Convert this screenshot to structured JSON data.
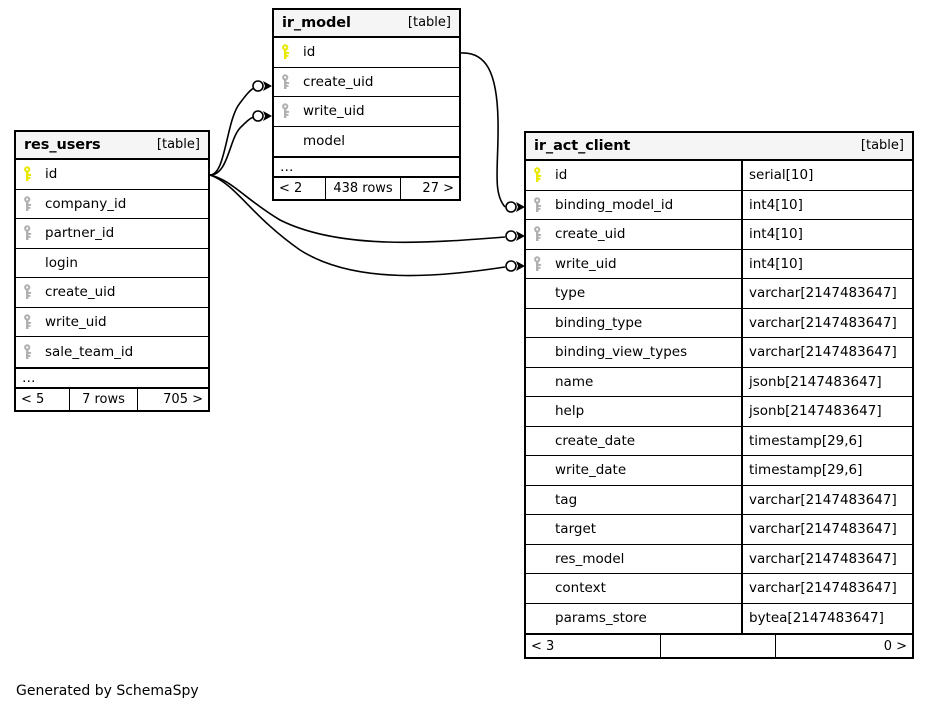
{
  "diagram": {
    "kind_label": "[table]",
    "ellipsis": "…",
    "credit": "Generated by SchemaSpy",
    "colors": {
      "primary_key": "#e8e800",
      "foreign_key": "#b0b0b0",
      "border": "#000000",
      "header_bg": "#f5f5f5",
      "background": "#ffffff"
    }
  },
  "tables": {
    "res_users": {
      "name": "res_users",
      "kind": "[table]",
      "columns": [
        {
          "name": "id",
          "key": "primary"
        },
        {
          "name": "company_id",
          "key": "foreign"
        },
        {
          "name": "partner_id",
          "key": "foreign"
        },
        {
          "name": "login",
          "key": "none"
        },
        {
          "name": "create_uid",
          "key": "foreign"
        },
        {
          "name": "write_uid",
          "key": "foreign"
        },
        {
          "name": "sale_team_id",
          "key": "foreign"
        }
      ],
      "has_ellipsis": true,
      "footer": {
        "left": "< 5",
        "center": "7 rows",
        "right": "705 >"
      }
    },
    "ir_model": {
      "name": "ir_model",
      "kind": "[table]",
      "columns": [
        {
          "name": "id",
          "key": "primary"
        },
        {
          "name": "create_uid",
          "key": "foreign"
        },
        {
          "name": "write_uid",
          "key": "foreign"
        },
        {
          "name": "model",
          "key": "none"
        }
      ],
      "has_ellipsis": true,
      "footer": {
        "left": "< 2",
        "center": "438 rows",
        "right": "27 >"
      }
    },
    "ir_act_client": {
      "name": "ir_act_client",
      "kind": "[table]",
      "columns": [
        {
          "name": "id",
          "type": "serial[10]",
          "key": "primary"
        },
        {
          "name": "binding_model_id",
          "type": "int4[10]",
          "key": "foreign"
        },
        {
          "name": "create_uid",
          "type": "int4[10]",
          "key": "foreign"
        },
        {
          "name": "write_uid",
          "type": "int4[10]",
          "key": "foreign"
        },
        {
          "name": "type",
          "type": "varchar[2147483647]",
          "key": "none"
        },
        {
          "name": "binding_type",
          "type": "varchar[2147483647]",
          "key": "none"
        },
        {
          "name": "binding_view_types",
          "type": "varchar[2147483647]",
          "key": "none"
        },
        {
          "name": "name",
          "type": "jsonb[2147483647]",
          "key": "none"
        },
        {
          "name": "help",
          "type": "jsonb[2147483647]",
          "key": "none"
        },
        {
          "name": "create_date",
          "type": "timestamp[29,6]",
          "key": "none"
        },
        {
          "name": "write_date",
          "type": "timestamp[29,6]",
          "key": "none"
        },
        {
          "name": "tag",
          "type": "varchar[2147483647]",
          "key": "none"
        },
        {
          "name": "target",
          "type": "varchar[2147483647]",
          "key": "none"
        },
        {
          "name": "res_model",
          "type": "varchar[2147483647]",
          "key": "none"
        },
        {
          "name": "context",
          "type": "varchar[2147483647]",
          "key": "none"
        },
        {
          "name": "params_store",
          "type": "bytea[2147483647]",
          "key": "none"
        }
      ],
      "has_ellipsis": false,
      "footer": {
        "left": "< 3",
        "center": "",
        "right": "0 >"
      }
    }
  },
  "relationships": [
    {
      "from_table": "res_users",
      "from_column": "id",
      "to_table": "ir_model",
      "to_column": "create_uid"
    },
    {
      "from_table": "res_users",
      "from_column": "id",
      "to_table": "ir_model",
      "to_column": "write_uid"
    },
    {
      "from_table": "res_users",
      "from_column": "id",
      "to_table": "ir_act_client",
      "to_column": "create_uid"
    },
    {
      "from_table": "res_users",
      "from_column": "id",
      "to_table": "ir_act_client",
      "to_column": "write_uid"
    },
    {
      "from_table": "ir_model",
      "from_column": "id",
      "to_table": "ir_act_client",
      "to_column": "binding_model_id"
    }
  ]
}
